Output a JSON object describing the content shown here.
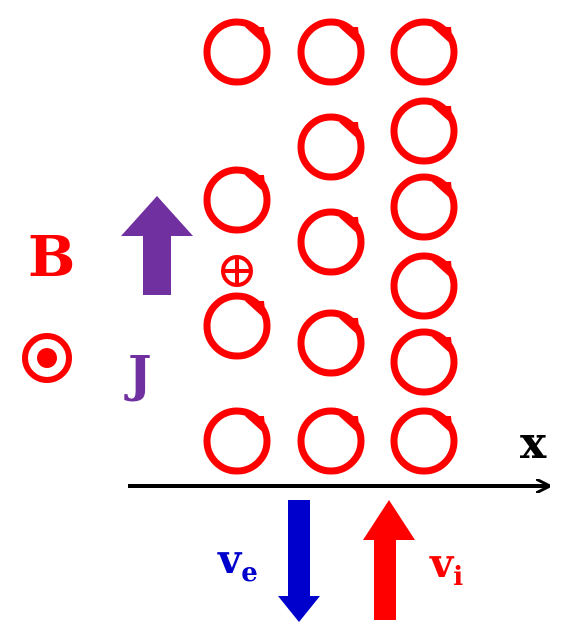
{
  "labels": {
    "magnetic_field": "B",
    "current": "J",
    "axis": "x",
    "electron_velocity": "v",
    "electron_velocity_sub": "e",
    "ion_velocity": "v",
    "ion_velocity_sub": "i"
  },
  "colors": {
    "gyration": "#ff0000",
    "magnetic_field": "#ff0000",
    "current": "#7030a0",
    "electron_velocity": "#0000cc",
    "ion_velocity": "#ff0000",
    "axis": "#000000"
  },
  "icons": {
    "field_direction": "out-of-page-circle-dot-icon",
    "guiding_center": "circle-plus-icon"
  }
}
